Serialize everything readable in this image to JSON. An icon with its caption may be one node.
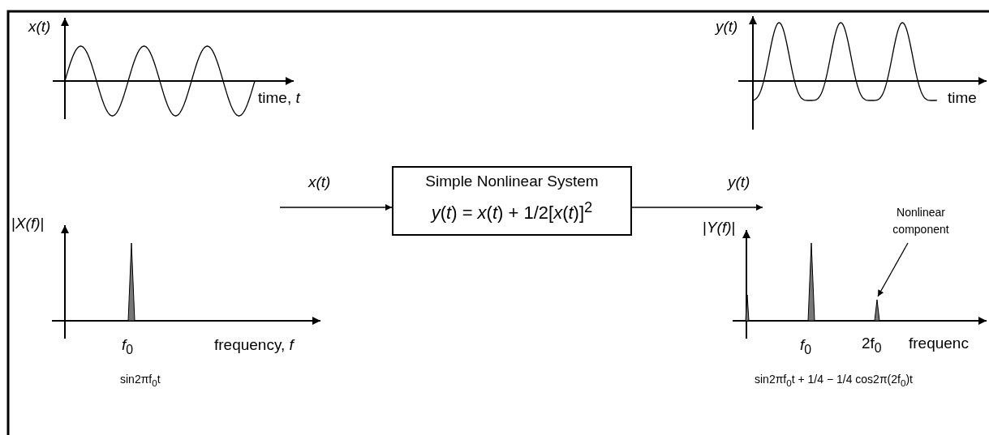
{
  "diagram": {
    "nodes": [
      {
        "text": [
          "Simple Nonlinear System",
          "*y*(*t*) = *x*(*t*) + 1/2[*x*(*t*)]$^{2}$"
        ]
      },
      {
        "text": [
          "Nonlinear component"
        ]
      },
      {
        "text": [],
        "shape": "triangle"
      }
    ],
    "edges": [
      {
        "from": null,
        "to": 0,
        "arrow": "to",
        "label": "x(t)"
      },
      {
        "from": 0,
        "to": null,
        "arrow": "to",
        "label": "y(t)"
      },
      {
        "from": 1,
        "to": 2,
        "arrow": "to"
      }
    ],
    "labels": [
      "x(t)",
      "time, *t*",
      "y(t)",
      "time",
      "|*X(f)*|",
      "*f*$_{0}$",
      "frequency, *f*",
      "|*Y(f)*|",
      "*f*$_{0}$",
      "2f$_{0}$",
      "frequenc",
      "sin2πf$_{0}$t",
      "sin2πf$_{0}$t + 1/4 − 1/4 cos2π(2f$_{0}$)t"
    ]
  }
}
